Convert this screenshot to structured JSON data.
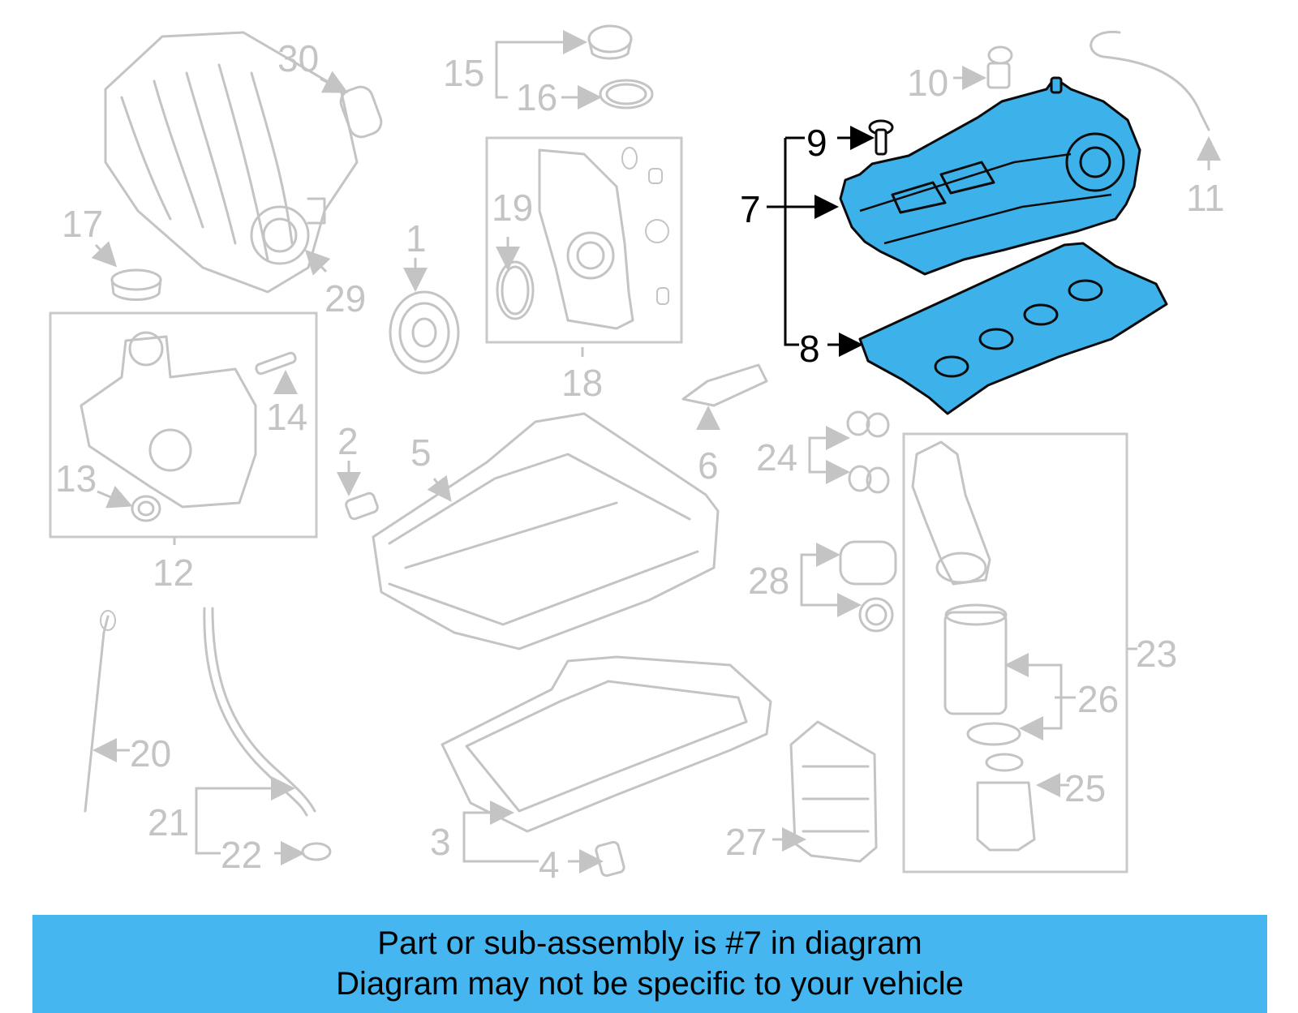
{
  "banner": {
    "line1": "Part or sub-assembly is #7 in diagram",
    "line2": "Diagram may not be specific to your vehicle"
  },
  "highlight_color": "#3db2ea",
  "banner_color": "#45b6ef",
  "labels": {
    "n1": "1",
    "n2": "2",
    "n3": "3",
    "n4": "4",
    "n5": "5",
    "n6": "6",
    "n7": "7",
    "n8": "8",
    "n9": "9",
    "n10": "10",
    "n11": "11",
    "n12": "12",
    "n13": "13",
    "n14": "14",
    "n15": "15",
    "n16": "16",
    "n17": "17",
    "n18": "18",
    "n19": "19",
    "n20": "20",
    "n21": "21",
    "n22": "22",
    "n23": "23",
    "n24": "24",
    "n25": "25",
    "n26": "26",
    "n27": "27",
    "n28": "28",
    "n29": "29",
    "n30": "30"
  }
}
